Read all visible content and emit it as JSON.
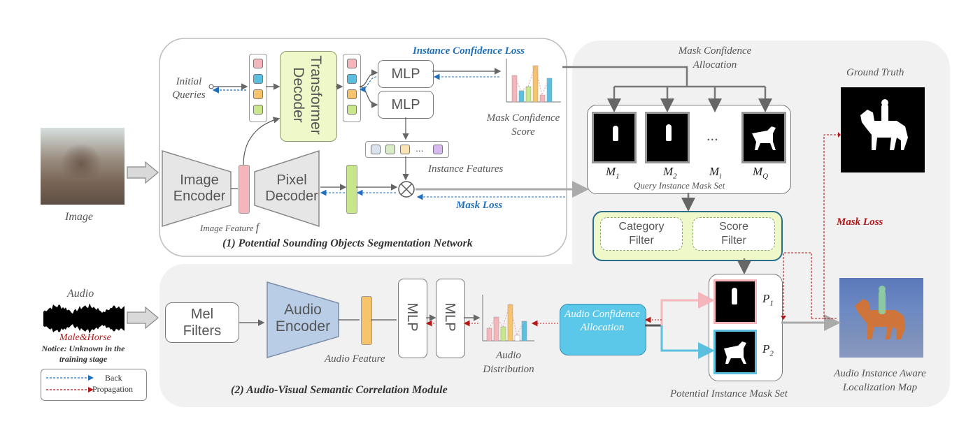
{
  "colors": {
    "pink": "#f4b6bb",
    "blue": "#5bc0e0",
    "orange": "#f7c46c",
    "green": "#c8e68a",
    "lime_box": "#eef8c8",
    "audio_encoder": "#b9cde6",
    "audio_conf": "#5bc8ea",
    "blue_loss": "#1f6fbf",
    "red_loss": "#b51818"
  },
  "image": {
    "label": "Image"
  },
  "audio": {
    "label": "Audio",
    "source": "Male&Horse",
    "notice": "Notice: Unknown in the training stage"
  },
  "legend": {
    "back": "Back",
    "propagation": "Propagation"
  },
  "psosn": {
    "title": "(1) Potential Sounding Objects Segmentation Network",
    "initial_queries": "Initial Queries",
    "transformer_decoder": "Transformer Decoder",
    "mlp_top": "MLP",
    "mlp_bottom": "MLP",
    "instance_conf_loss": "Instance Confidence Loss",
    "mask_conf_score": "Mask Confidence Score",
    "instance_features": "Instance Features",
    "image_encoder": "Image Encoder",
    "image_feature": "Image Feature",
    "image_feature_sym": "f",
    "pixel_decoder": "Pixel Decoder",
    "mask_loss": "Mask Loss"
  },
  "mask_set": {
    "allocation": "Mask Confidence Allocation",
    "labels": [
      "M",
      "M",
      "M",
      "M"
    ],
    "subs": [
      "1",
      "2",
      "i",
      "Q"
    ],
    "dots": "...",
    "caption": "Query Instance Mask Set"
  },
  "filters": {
    "category": "Category Filter",
    "score": "Score Filter"
  },
  "ground_truth": {
    "label": "Ground Truth"
  },
  "mask_loss_red": "Mask Loss",
  "avscm": {
    "title": "(2) Audio-Visual Semantic Correlation Module",
    "mel_filters": "Mel Filters",
    "audio_encoder": "Audio Encoder",
    "audio_feature": "Audio Feature",
    "mlp1": "MLP",
    "mlp2": "MLP",
    "audio_distribution": "Audio Distribution",
    "audio_conf_alloc": "Audio Confidence Allocation"
  },
  "potential_set": {
    "caption": "Potential Instance Mask Set",
    "p1": "P",
    "p1_sub": "1",
    "p2": "P",
    "p2_sub": "2"
  },
  "output": {
    "label": "Audio Instance Aware Localization Map"
  }
}
